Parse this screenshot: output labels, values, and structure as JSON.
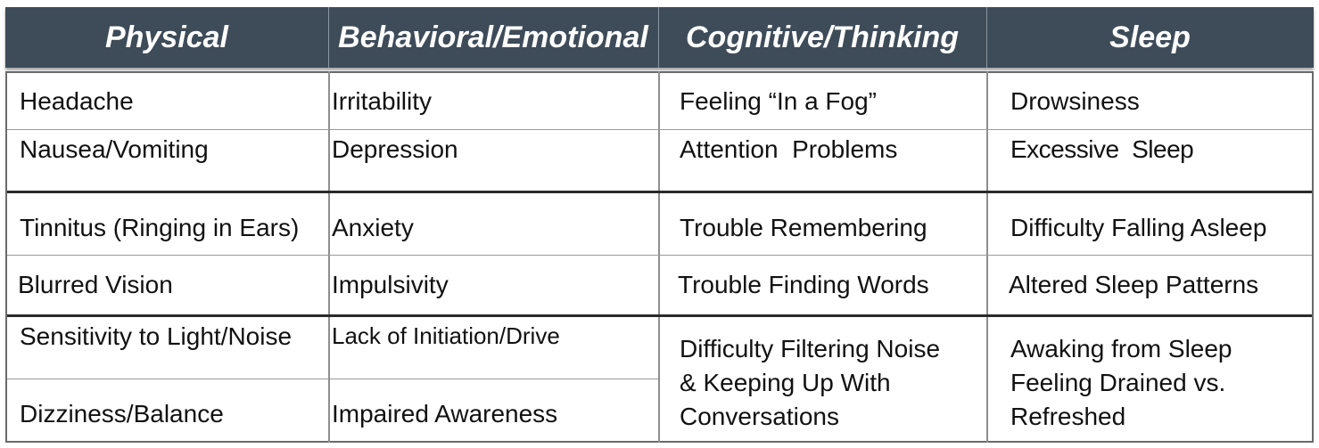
{
  "headers": [
    "Physical",
    "Behavioral/Emotional",
    "Cognitive/Thinking",
    "Sleep"
  ],
  "rows": [
    {
      "physical": "Headache",
      "behavioral": "Irritability",
      "cognitive": "Feeling “In a Fog”",
      "sleep": "Drowsiness"
    },
    {
      "physical": "Nausea/Vomiting",
      "behavioral": "Depression",
      "cognitive": "Attention  Problems",
      "sleep": "Excessive  Sleep"
    },
    {
      "physical": "Tinnitus (Ringing in Ears)",
      "behavioral": "Anxiety",
      "cognitive": "Trouble Remembering",
      "sleep": "Difficulty Falling Asleep"
    },
    {
      "physical": "Blurred Vision",
      "behavioral": "Impulsivity",
      "cognitive": "Trouble Finding Words",
      "sleep": "Altered Sleep Patterns"
    }
  ],
  "last_block": {
    "physical": [
      "Sensitivity to Light/Noise",
      "Dizziness/Balance"
    ],
    "behavioral": [
      "Lack of Initiation/Drive",
      "Impaired Awareness"
    ],
    "cognitive": [
      "Difficulty Filtering Noise",
      "& Keeping Up With",
      "Conversations"
    ],
    "sleep": [
      "Awaking from Sleep",
      "Feeling Drained vs.",
      "Refreshed"
    ]
  }
}
